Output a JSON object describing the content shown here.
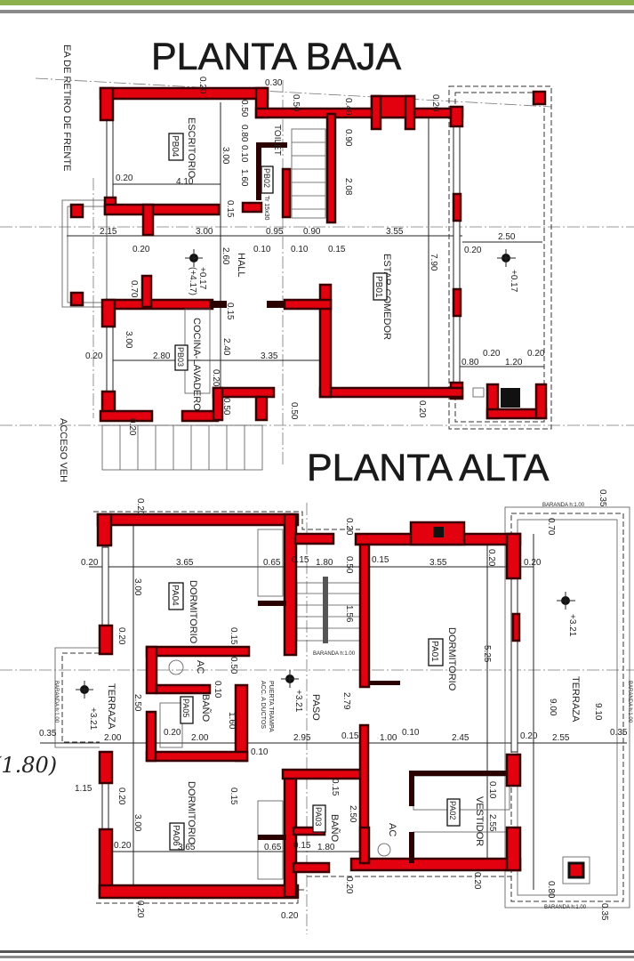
{
  "colors": {
    "wall": "#e3000f",
    "header_bar": "#8db14c",
    "rule": "#8a8a8a"
  },
  "planta_baja": {
    "title": "PLANTA BAJA",
    "side_note": "EA DE RETIRO DE FRENTE",
    "access_note": "ACCESO VEH",
    "rooms": {
      "escritorio": {
        "name": "ESCRITORIO",
        "code": "PB04"
      },
      "toilette": {
        "name": "TOILET",
        "code": "PB02",
        "note": "Tr 15x30"
      },
      "hall": {
        "name": "HALL",
        "level": "+0.17",
        "level2": "(+4.17)"
      },
      "cocina": {
        "name": "COCINA-LAVADERO",
        "code": "PB03"
      },
      "estar": {
        "name": "ESTAR-COMEDOR",
        "code": "PB01"
      },
      "terraza": {
        "level": "+0.17"
      }
    },
    "dims": [
      "0.20",
      "4.10",
      "3.00",
      "0.50",
      "0.80",
      "0.10",
      "1.60",
      "0.15",
      "0.30",
      "0.20",
      "0.50",
      "0.40",
      "0.90",
      "2.08",
      "0.20",
      "2.15",
      "3.00",
      "0.95",
      "0.90",
      "3.55",
      "2.50",
      "0.20",
      "0.10",
      "0.10",
      "0.15",
      "2.60",
      "7.90",
      "0.20",
      "0.70",
      "0.15",
      "3.00",
      "0.20",
      "2.80",
      "2.40",
      "3.35",
      "0.20",
      "0.50",
      "0.50",
      "0.20",
      "0.20",
      "0.80",
      "0.20",
      "1.20",
      "0.20"
    ]
  },
  "planta_alta": {
    "title": "PLANTA ALTA",
    "cut_note": "(1.80)",
    "rooms": {
      "dorm4": {
        "name": "DORMITORIO",
        "code": "PA04"
      },
      "ac1": {
        "name": "AC"
      },
      "bano5": {
        "name": "BAÑO",
        "code": "PA05"
      },
      "trampa": {
        "line1": "PUERTA TRAMPA",
        "line2": "ACC. A DUCTOS"
      },
      "paso": {
        "name": "PASO",
        "level": "+3.21"
      },
      "dorm1": {
        "name": "DORMITORIO",
        "code": "PA01"
      },
      "terraza_izq": {
        "name": "TERRAZA",
        "level": "+3.21"
      },
      "terraza_der": {
        "name": "TERRAZA",
        "level": "+3.21"
      },
      "dorm6": {
        "name": "DORMITORIO",
        "code": "PA06"
      },
      "bano3": {
        "name": "BAÑO",
        "code": "PA03"
      },
      "ac2": {
        "name": "AC"
      },
      "vestidor": {
        "name": "VESTIDOR",
        "code": "PA02"
      }
    },
    "baranda": [
      "BARANDA h:1.00",
      "BARANDA h:1.00",
      "BARANDA h:1.00",
      "BARANDA h:1.00",
      "BARANDA h:1.00"
    ],
    "dims": [
      "0.20",
      "0.20",
      "3.65",
      "0.65",
      "0.15",
      "1.80",
      "0.20",
      "0.50",
      "1.56",
      "0.15",
      "3.55",
      "0.20",
      "0.20",
      "0.70",
      "0.35",
      "3.00",
      "5.25",
      "0.20",
      "0.15",
      "0.50",
      "0.10",
      "2.50",
      "2.79",
      "9.00",
      "9.10",
      "0.35",
      "2.00",
      "0.20",
      "2.00",
      "1.60",
      "2.95",
      "0.15",
      "1.00",
      "0.10",
      "2.45",
      "0.20",
      "2.55",
      "0.35",
      "0.10",
      "0.20",
      "0.15",
      "1.15",
      "0.15",
      "2.50",
      "0.10",
      "2.55",
      "3.00",
      "0.20",
      "3.65",
      "0.65",
      "0.15",
      "1.80",
      "0.20",
      "0.20",
      "0.80",
      "0.20",
      "0.20",
      "0.35"
    ]
  }
}
